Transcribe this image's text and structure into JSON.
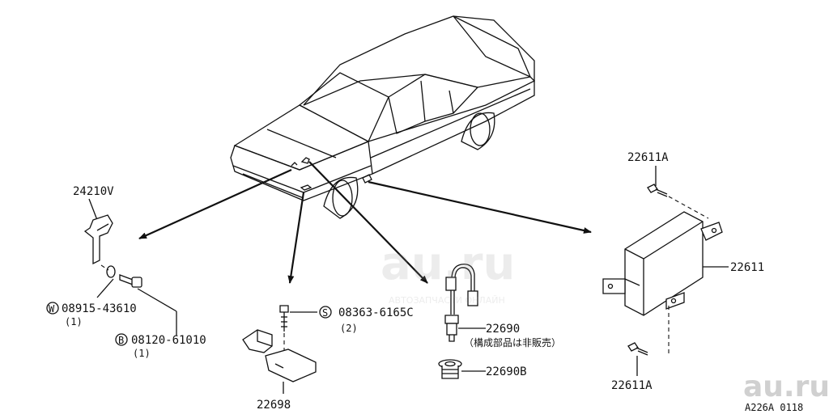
{
  "parts": {
    "p24210v": "24210V",
    "washer_marker": "W",
    "washer_number": "08915-43610",
    "washer_qty": "(1)",
    "bolt_marker": "B",
    "bolt_number": "08120-61010",
    "bolt_qty": "(1)",
    "p22698": "22698",
    "screw_marker": "S",
    "screw_number": "08363-6165C",
    "screw_qty": "(2)",
    "p22690": "22690",
    "p22690_note": "（構成部品は非販売）",
    "p22690b": "22690B",
    "p22611a_top": "22611A",
    "p22611": "22611",
    "p22611a_bottom": "22611A"
  },
  "diagram_code": "A226A 0118",
  "watermark": {
    "logo": "au.ru",
    "center_logo": "au.ru",
    "center_sub": "АВТОЗАПЧАСТИ ОНЛАЙН"
  }
}
